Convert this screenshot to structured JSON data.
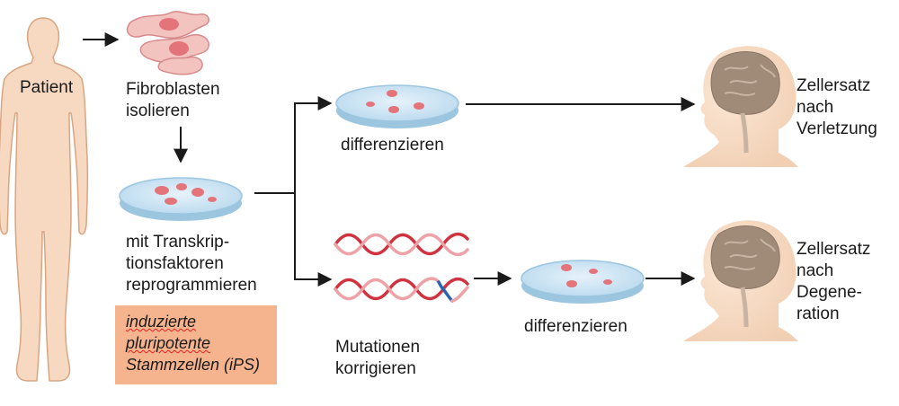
{
  "labels": {
    "patient": "Patient",
    "fibroblasten": [
      "Fibroblasten",
      "isolieren"
    ],
    "transkription": [
      "mit Transkrip-",
      "tionsfaktoren",
      "reprogrammieren"
    ],
    "ips": [
      "induzierte",
      "pluripotente",
      "Stammzellen (iPS)"
    ],
    "differenzieren_top": "differenzieren",
    "differenzieren_bottom": "differenzieren",
    "mutationen": [
      "Mutationen",
      "korrigieren"
    ],
    "zellersatz_top": [
      "Zellersatz",
      "nach",
      "Verletzung"
    ],
    "zellersatz_bottom": [
      "Zellersatz",
      "nach",
      "Degene-",
      "ration"
    ]
  },
  "colors": {
    "skin": "#f6d9c0",
    "skin_outline": "#d8a583",
    "cell": "#e3747a",
    "cell_light": "#f3c3c0",
    "dish": "#cfe6f3",
    "dish_rim": "#9cc6e0",
    "dna_red": "#d0323f",
    "dna_pink": "#eca2a6",
    "dna_blue": "#2a64b0",
    "brain": "#a08a78",
    "ips_box": "#f5b48e",
    "arrow": "#1a1a1a"
  }
}
